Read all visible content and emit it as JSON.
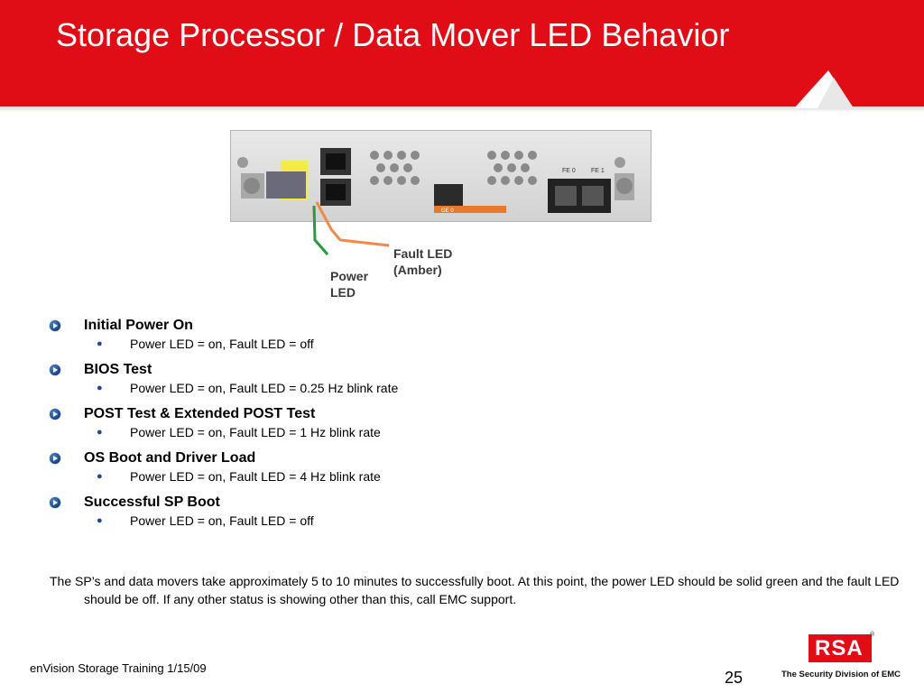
{
  "slide": {
    "title": "Storage Processor / Data Mover LED Behavior"
  },
  "device_image": {
    "fault_led_label": "Fault LED",
    "fault_led_color": "(Amber)",
    "power_led_label": "Power",
    "power_led_label2": "LED",
    "port_label_0": "FE 0",
    "port_label_1": "FE 1",
    "port_label_ge": "GE 0"
  },
  "items": [
    {
      "heading": "Initial Power On",
      "detail": "Power LED = on, Fault LED = off"
    },
    {
      "heading": "BIOS Test",
      "detail": "Power LED = on, Fault LED = 0.25 Hz blink rate"
    },
    {
      "heading": "POST Test & Extended POST Test",
      "detail": "Power LED = on, Fault LED = 1 Hz blink rate"
    },
    {
      "heading": "OS Boot and Driver Load",
      "detail": "Power LED = on, Fault LED = 4 Hz blink rate"
    },
    {
      "heading": "Successful SP Boot",
      "detail": "Power LED = on, Fault LED = off"
    }
  ],
  "note": "The SP’s and data movers take approximately 5 to 10 minutes to successfully boot. At this point, the power LED should be solid green and the fault LED should be off. If any other status is showing other than this, call EMC support.",
  "footer": {
    "text": "enVision Storage Training 1/15/09",
    "page_number": "25",
    "logo_text": "RSA",
    "registered": "®",
    "tagline": "The Security Division of EMC"
  },
  "colors": {
    "brand_red": "#e00d16",
    "bullet_blue": "#1b4a94",
    "power_led_line": "#2a9a3a",
    "fault_led_line": "#f08a4b"
  }
}
